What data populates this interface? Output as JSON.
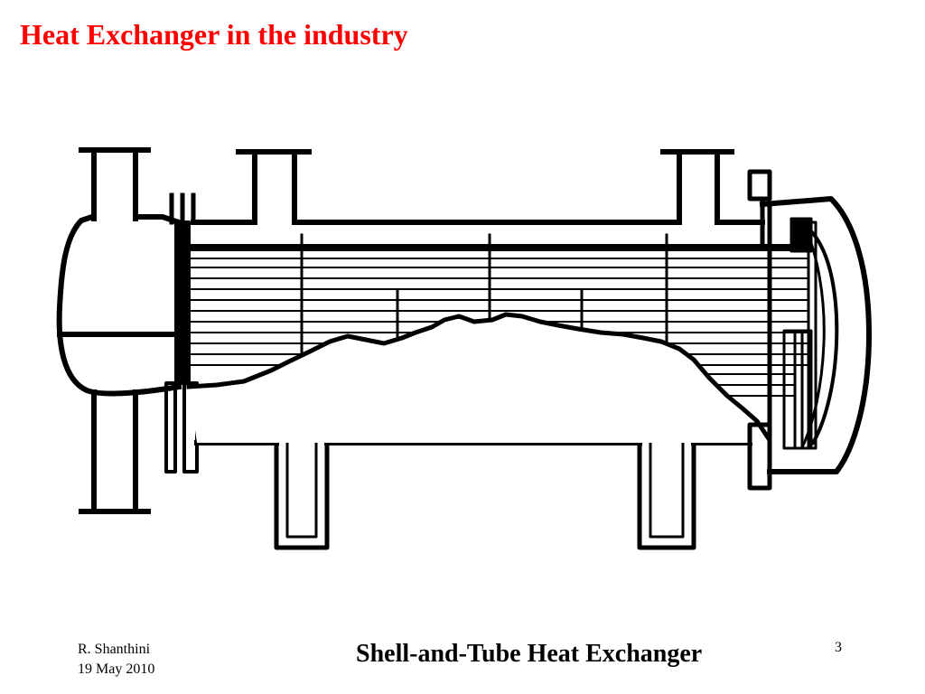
{
  "slide": {
    "title": "Heat Exchanger in the industry",
    "caption": "Shell-and-Tube Heat Exchanger",
    "footer": {
      "author": "R. Shanthini",
      "date": "19 May 2010",
      "page_number": "3"
    }
  },
  "colors": {
    "title": "#ff0000",
    "text": "#000000",
    "line": "#000000",
    "background": "#ffffff"
  }
}
